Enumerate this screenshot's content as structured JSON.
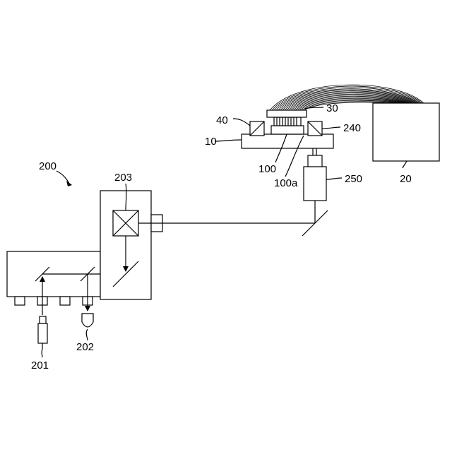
{
  "labels": {
    "system": "200",
    "unit_203": "203",
    "stage": "10",
    "controller": "20",
    "cable": "30",
    "left_element": "40",
    "sample": "100",
    "sample_surface": "100a",
    "right_element": "240",
    "objective": "250",
    "source_201": "201",
    "detector_202": "202"
  }
}
